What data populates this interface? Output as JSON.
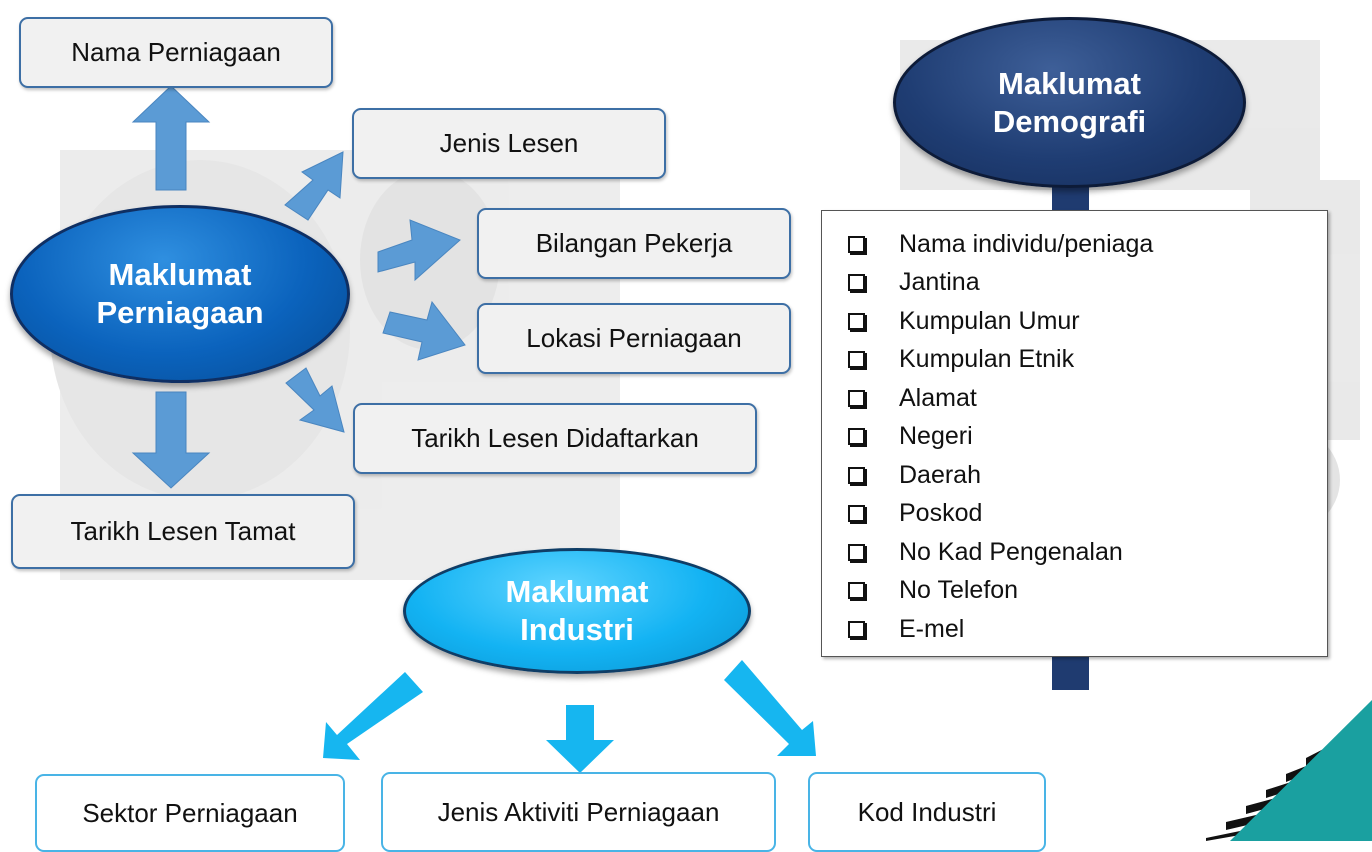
{
  "colors": {
    "biz_arrow": "#5b9bd5",
    "ind_arrow": "#16b6f0",
    "demo_stem": "#1f3b70",
    "biz_border": "#3d6fa5",
    "ind_border": "#49b4e6",
    "teal": "#1aa0a0"
  },
  "hubs": {
    "perniagaan": {
      "line1": "Maklumat",
      "line2": "Perniagaan"
    },
    "industri": {
      "line1": "Maklumat",
      "line2": "Industri"
    },
    "demografi": {
      "line1": "Maklumat",
      "line2": "Demografi"
    }
  },
  "perniagaan_nodes": {
    "nama": "Nama Perniagaan",
    "jenis_lesen": "Jenis Lesen",
    "bilangan_pekerja": "Bilangan Pekerja",
    "lokasi": "Lokasi Perniagaan",
    "tarikh_daftar": "Tarikh Lesen Didaftarkan",
    "tarikh_tamat": "Tarikh Lesen Tamat"
  },
  "industri_nodes": {
    "sektor": "Sektor Perniagaan",
    "aktiviti": "Jenis Aktiviti Perniagaan",
    "kod": "Kod Industri"
  },
  "demografi_items": [
    "Nama individu/peniaga",
    "Jantina",
    "Kumpulan Umur",
    "Kumpulan Etnik",
    "Alamat",
    "Negeri",
    "Daerah",
    "Poskod",
    "No Kad Pengenalan",
    "No Telefon",
    "E-mel"
  ]
}
